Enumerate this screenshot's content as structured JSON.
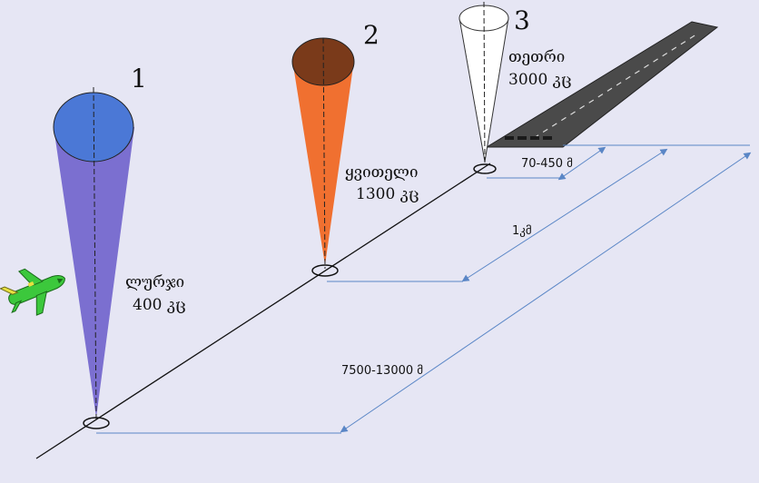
{
  "markers": [
    {
      "number": "1",
      "name": "ლურჯი",
      "intensity": "400 კც",
      "color": "#7b6fd0",
      "top_color": "#4b78d6"
    },
    {
      "number": "2",
      "name": "ყვითელი",
      "intensity": "1300 კც",
      "color": "#f07030",
      "top_color": "#7a3a1a"
    },
    {
      "number": "3",
      "name": "თეთრი",
      "intensity": "3000 კც",
      "color": "#ffffff",
      "top_color": "#ffffff"
    }
  ],
  "distances": {
    "d3": "70-450 მ",
    "d2": "1კმ",
    "d1": "7500-13000 მ"
  },
  "colors": {
    "background": "#e6e6f4",
    "runway": "#4a4a4a",
    "guide_line": "#5a86c6",
    "aircraft": "#3cc83c"
  }
}
